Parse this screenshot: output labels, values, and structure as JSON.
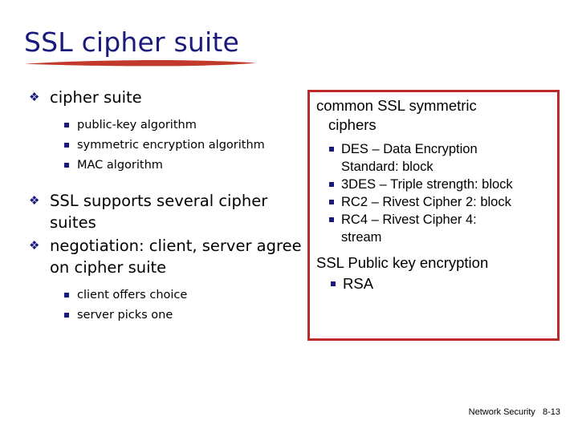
{
  "slide": {
    "title": "SSL cipher suite",
    "title_color": "#1a1a7c",
    "underline_color": "#c0392b",
    "background": "#ffffff"
  },
  "left_column": {
    "bullet_level1_glyph": "❖",
    "bullet_level2_glyph": "▪",
    "bullet_color": "#1a1a7c",
    "groups": [
      {
        "heading": "cipher suite",
        "items": [
          "public-key algorithm",
          "symmetric encryption algorithm",
          "MAC  algorithm"
        ]
      },
      {
        "heading": "SSL supports several cipher suites",
        "items": []
      },
      {
        "heading": "negotiation: client, server agree on cipher suite",
        "items": [
          "client offers choice",
          "server picks one"
        ]
      }
    ]
  },
  "right_box": {
    "border_color": "#be2a2a",
    "bullet_glyph": "▪",
    "bullet_color": "#1a1a7c",
    "heading_line1": "common SSL symmetric",
    "heading_line2": "ciphers",
    "ciphers": [
      {
        "line1": "DES – Data Encryption",
        "line2": "Standard: block"
      },
      {
        "line1": "3DES – Triple strength: block",
        "line2": ""
      },
      {
        "line1": "RC2 – Rivest Cipher 2: block",
        "line2": ""
      },
      {
        "line1": "RC4 – Rivest Cipher 4:",
        "line2": "stream"
      }
    ],
    "public_key_heading": "SSL Public key encryption",
    "public_key_items": [
      "RSA"
    ]
  },
  "footer": {
    "course": "Network Security",
    "page": "8-13",
    "text": "Network Security   8-13"
  }
}
